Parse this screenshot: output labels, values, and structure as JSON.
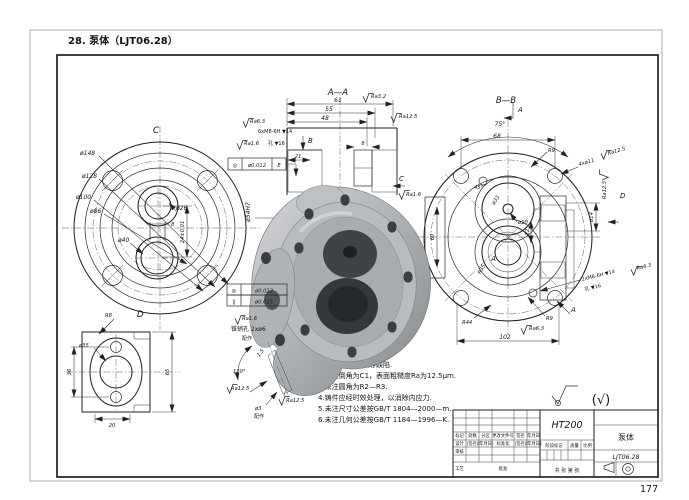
{
  "page": {
    "caption": "28. 泵体（LJT06.28）",
    "page_number": "177"
  },
  "left_view": {
    "label_c": "C",
    "d148": "ø148",
    "d128": "ø128",
    "d100": "ø100",
    "d86": "ø86",
    "d40": "ø40",
    "d26": "ø26",
    "dim8": "8",
    "dim24": "24±0.01"
  },
  "section_aa": {
    "title": "A—A",
    "dim61": "61",
    "dim55": "55",
    "dim48": "48",
    "dim8": "8",
    "dim21": "21",
    "label_b": "B",
    "phi54": "ø54H7",
    "ra32": "Ra3.2",
    "ra125": "Ra12.5",
    "ra63": "Ra6.3",
    "ra16": "Ra1.6",
    "thread_note": "6xM8-6H ▼14",
    "hole_note": "孔 ▼16",
    "tol_sym": "◎",
    "tol_val": "ø0.012",
    "tol_datum": "E",
    "label_c": "C",
    "ra16_c": "Ra1.6"
  },
  "section_bb": {
    "title": "B—B",
    "a_top": "A",
    "a_bot": "A",
    "a_center": "A",
    "deg75": "75°",
    "dim68": "68",
    "r9_top": "R9",
    "holes4": "4xø11",
    "ra125_top": "Ra12.5",
    "deg45": "45°",
    "phi33": "ø33",
    "phi10": "ø10",
    "dim22": "22",
    "r35": "R35",
    "r44": "R44",
    "r9_bot": "R9",
    "dim102": "102",
    "ra63_bot": "Ra6.3",
    "dim60": "60",
    "phi14": "ø14",
    "label_d": "D",
    "ra125_right": "Ra12.5",
    "thread_note": "2xM8-6H ▼14",
    "hole_note": "孔 ▼16",
    "ra63_right": "Ra6.3"
  },
  "view_d": {
    "label": "D",
    "r8": "R8",
    "phi35": "ø35",
    "dim36": "36",
    "dim65": "65",
    "dim20": "20"
  },
  "pin_detail": {
    "ra16": "Ra1.6",
    "pin_note": "锥销孔 2xø6",
    "fit_b": "配作",
    "conc_sym": "◎",
    "conc_val": "ø0.012",
    "par_sym": "∥",
    "par_val": "ø0.015",
    "deg120": "120°",
    "dim15": "1.5",
    "ra125_a": "Ra12.5",
    "ra125_b": "Ra12.5",
    "phi3": "ø3",
    "fit_a": "配作"
  },
  "notes": {
    "n1": "砂眼等缺陷.",
    "n2": "2.未注倒角为C1，表面粗糙度Ra为12.5μm.",
    "n3": "3.未注圆角为R2—R3.",
    "n4": "4.铸件应经时效处理，以消除内应力.",
    "n5": "5.未注尺寸公差按GB/T 1804—2000—m.",
    "n6": "6.未注几何公差按GB/T 1184—1996—K."
  },
  "title_block": {
    "material": "HT200",
    "part_name": "泵体",
    "drawing_no": "LJT06.28",
    "finish_paren": "(√)",
    "row1": [
      "标记",
      "处数",
      "分区",
      "更改文件号",
      "签名",
      "年月日"
    ],
    "row2": [
      "设计",
      "(签名)",
      "(年月日)",
      "标准化",
      "(签名)",
      "(年月日)"
    ],
    "check": "审核",
    "craft": "工艺",
    "approve": "批准",
    "stage": "阶段标记",
    "mass": "质量",
    "scale": "比例",
    "sheets": "共 张 第 张"
  }
}
